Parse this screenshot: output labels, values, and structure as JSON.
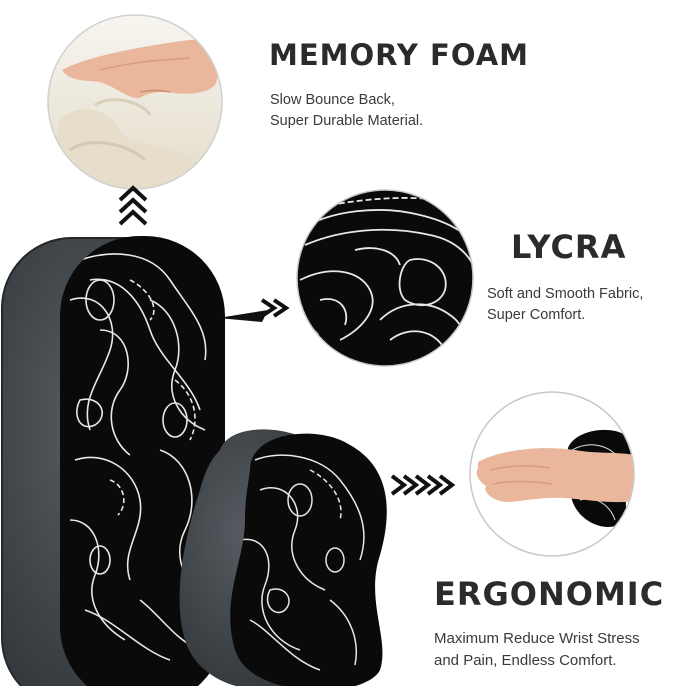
{
  "features": {
    "memory_foam": {
      "title": "MEMORY FOAM",
      "lines": [
        "Slow Bounce Back,",
        "Super Durable Material."
      ]
    },
    "lycra": {
      "title": "LYCRA",
      "lines": [
        "Soft and Smooth Fabric,",
        "Super Comfort."
      ]
    },
    "ergonomic": {
      "title": "ERGONOMIC",
      "lines": [
        "Maximum Reduce Wrist Stress",
        "and Pain, Endless Comfort."
      ]
    }
  },
  "colors": {
    "heading_text": "#2b2b2b",
    "body_text": "#3a3a3a",
    "pad_pattern_bg": "#0a0a0a",
    "pad_pattern_lines": "#e8e8e8",
    "pad_side_fabric": "#3e4347",
    "foam": "#ece6d8",
    "skin": "#eab79c"
  },
  "icons": [
    "up-chevrons-icon",
    "right-chevrons-icon"
  ]
}
